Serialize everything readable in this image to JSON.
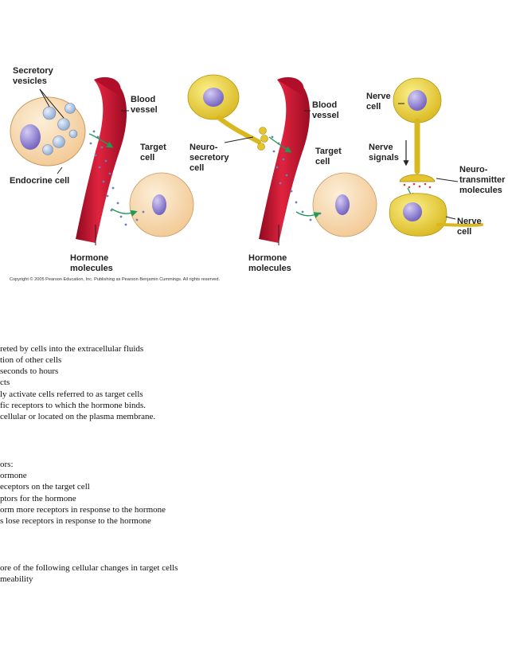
{
  "figure": {
    "panel_a": {
      "secretory_vesicles_1": "Secretory",
      "secretory_vesicles_2": "vesicles",
      "blood_vessel_1": "Blood",
      "blood_vessel_2": "vessel",
      "target_cell_1": "Target",
      "target_cell_2": "cell",
      "endocrine_cell": "Endocrine cell",
      "hormone_molecules_1": "Hormone",
      "hormone_molecules_2": "molecules"
    },
    "panel_b": {
      "neurosecretory_1": "Neuro-",
      "neurosecretory_2": "secretory",
      "neurosecretory_3": "cell",
      "blood_vessel_1": "Blood",
      "blood_vessel_2": "vessel",
      "target_cell_1": "Target",
      "target_cell_2": "cell",
      "hormone_molecules_1": "Hormone",
      "hormone_molecules_2": "molecules"
    },
    "panel_c": {
      "nerve_cell_top_1": "Nerve",
      "nerve_cell_top_2": "cell",
      "nerve_signals_1": "Nerve",
      "nerve_signals_2": "signals",
      "neurotransmitter_1": "Neuro-",
      "neurotransmitter_2": "transmitter",
      "neurotransmitter_3": "molecules",
      "nerve_cell_bottom_1": "Nerve",
      "nerve_cell_bottom_2": "cell"
    },
    "copyright": "Copyright © 2005 Pearson Education, Inc. Publishing as Pearson Benjamin Cummings. All rights reserved."
  },
  "lines": [
    "reted by cells into the extracellular fluids",
    "tion of other cells",
    " seconds to hours",
    "cts",
    "ly activate cells referred to as target cells",
    "fic receptors to which the hormone binds.",
    "cellular or located on the plasma membrane.",
    "ors:",
    "ormone",
    "eceptors on the target cell",
    "ptors for the hormone",
    "orm more receptors in response to the hormone",
    "s lose receptors in response to the hormone",
    "ore of the following cellular changes in target cells",
    "meability"
  ],
  "colors": {
    "blood": "#c8102e",
    "blood_dark": "#8e0a1f",
    "cell_peach": "#f7dcb4",
    "nucleus": "#9c8fd6",
    "neuron_yellow": "#e8d23a",
    "arrow_green": "#1f9a5a"
  }
}
